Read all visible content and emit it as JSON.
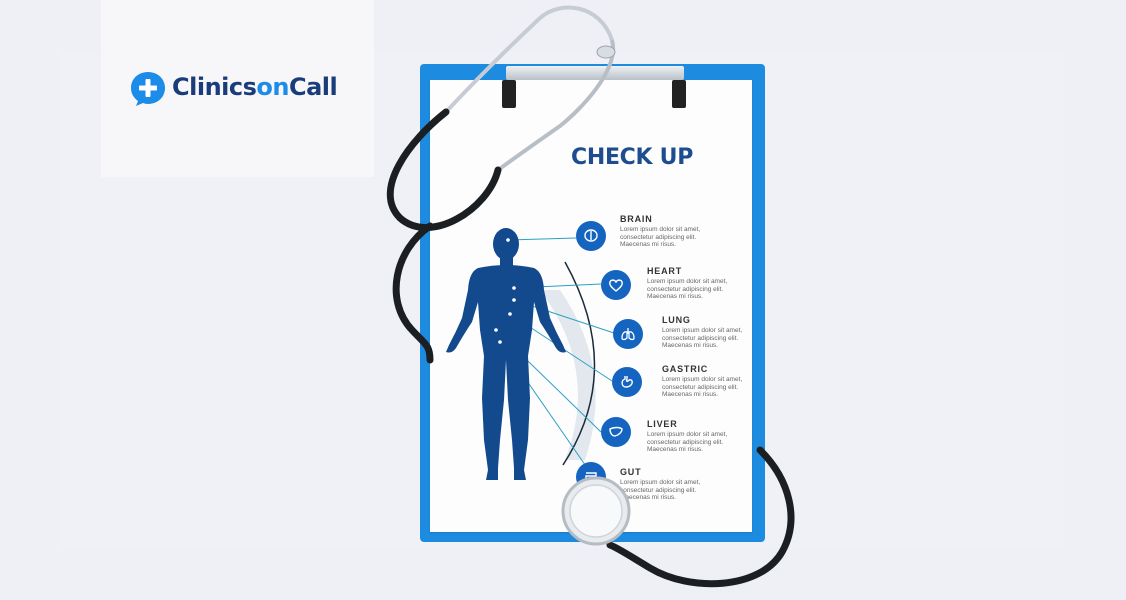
{
  "logo": {
    "part1": "Clinics",
    "part2": "on",
    "part3": "Call"
  },
  "title": "CHECK UP",
  "description": "Lorem ipsum dolor sit amet,\nconsectetur adipiscing elit.\nMaecenas mi risus.",
  "organs": [
    {
      "name": "BRAIN",
      "icon": "brain-icon"
    },
    {
      "name": "HEART",
      "icon": "heart-icon"
    },
    {
      "name": "LUNG",
      "icon": "lung-icon"
    },
    {
      "name": "GASTRIC",
      "icon": "stomach-icon"
    },
    {
      "name": "LIVER",
      "icon": "liver-icon"
    },
    {
      "name": "GUT",
      "icon": "intestine-icon"
    }
  ],
  "colors": {
    "brand_dark": "#1b3c7a",
    "brand_light": "#1d8be8",
    "clipboard": "#1d8be0",
    "body_figure": "#134a8e",
    "icon_circle": "#1565c0"
  }
}
